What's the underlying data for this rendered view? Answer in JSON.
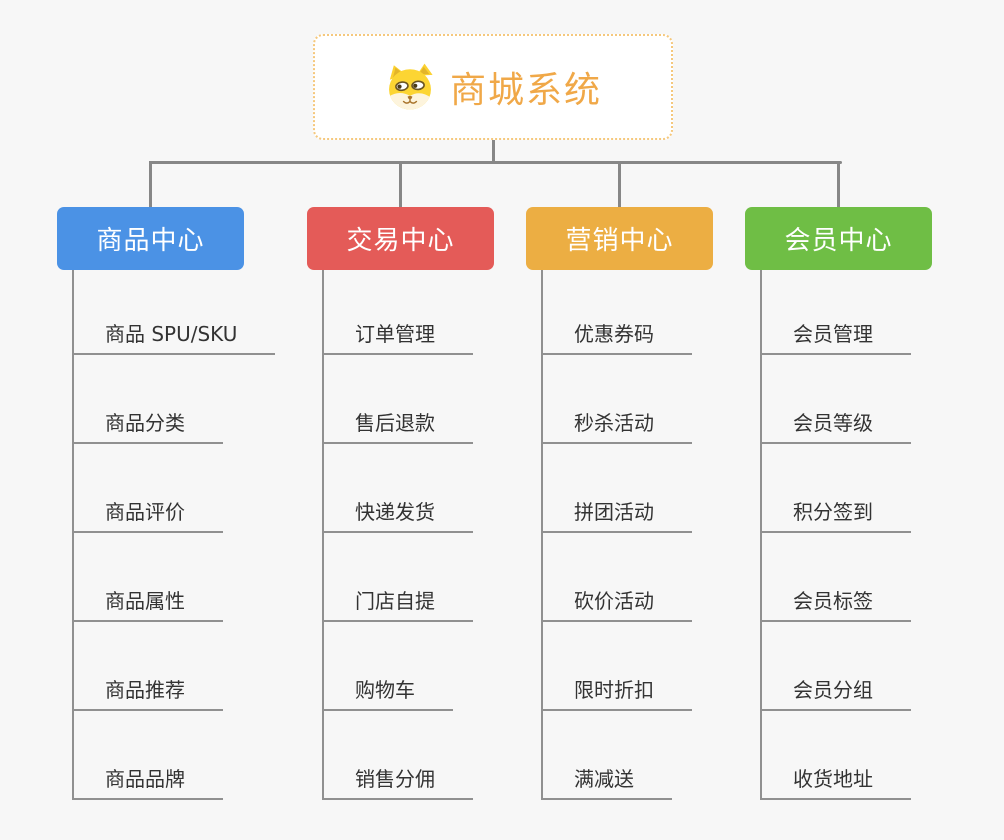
{
  "root": {
    "title": "商城系统",
    "icon": "dog-face-icon"
  },
  "branches": [
    {
      "label": "商品中心",
      "color": "#4b92e5",
      "children": [
        "商品 SPU/SKU",
        "商品分类",
        "商品评价",
        "商品属性",
        "商品推荐",
        "商品品牌"
      ]
    },
    {
      "label": "交易中心",
      "color": "#e45b58",
      "children": [
        "订单管理",
        "售后退款",
        "快递发货",
        "门店自提",
        "购物车",
        "销售分佣"
      ]
    },
    {
      "label": "营销中心",
      "color": "#ecae43",
      "children": [
        "优惠券码",
        "秒杀活动",
        "拼团活动",
        "砍价活动",
        "限时折扣",
        "满减送"
      ]
    },
    {
      "label": "会员中心",
      "color": "#6fbe45",
      "children": [
        "会员管理",
        "会员等级",
        "积分签到",
        "会员标签",
        "会员分组",
        "收货地址"
      ]
    }
  ],
  "colors": {
    "background": "#f7f7f7",
    "connector": "#878787",
    "child_line": "#909090",
    "child_text": "#333333",
    "root_text": "#f0a848",
    "root_border": "#f5c87d"
  }
}
